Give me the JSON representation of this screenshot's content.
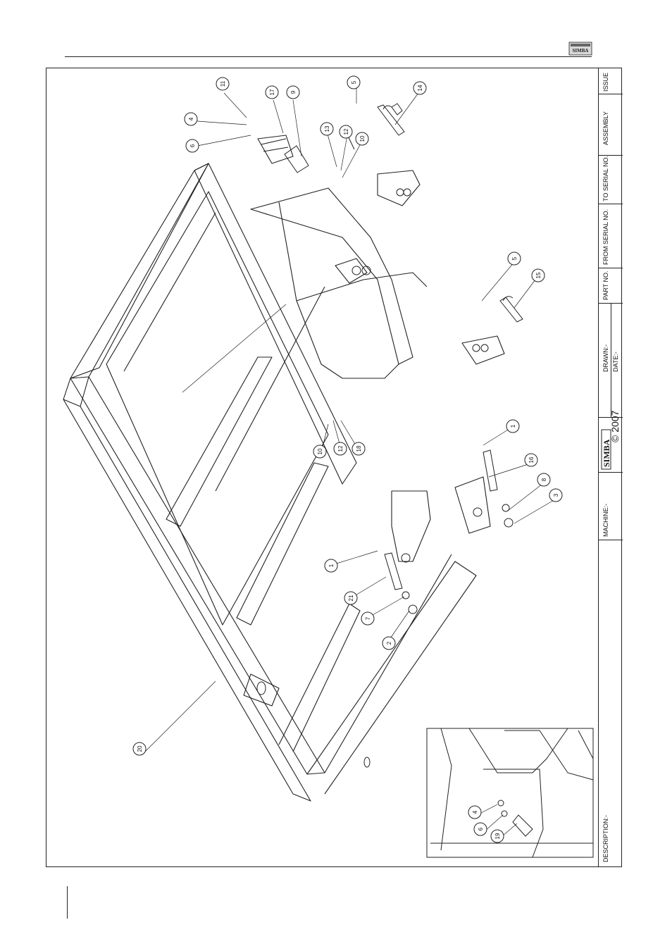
{
  "header": {
    "logo_text": "SIMBA"
  },
  "title_block": {
    "issue_label": "ISSUE",
    "assembly_label": "ASSEMBLY",
    "to_serial_label": "TO SERIAL NO.",
    "from_serial_label": "FROM SERIAL NO.",
    "part_no_label": "PART NO.",
    "drawn_label": "DRAWN:-",
    "date_label": "DATE:-",
    "brand": "SIMBA",
    "copyright": "© 2007",
    "machine_label": "MACHINE:-",
    "description_label": "DESCRIPTION:-"
  },
  "callouts": [
    "11",
    "17",
    "9",
    "4",
    "6",
    "5",
    "14",
    "13",
    "12",
    "10",
    "5",
    "15",
    "1",
    "16",
    "8",
    "3",
    "10",
    "12",
    "18",
    "1",
    "21",
    "7",
    "2",
    "20",
    "4",
    "6",
    "19"
  ],
  "colors": {
    "line": "#222222",
    "paper": "#ffffff"
  }
}
